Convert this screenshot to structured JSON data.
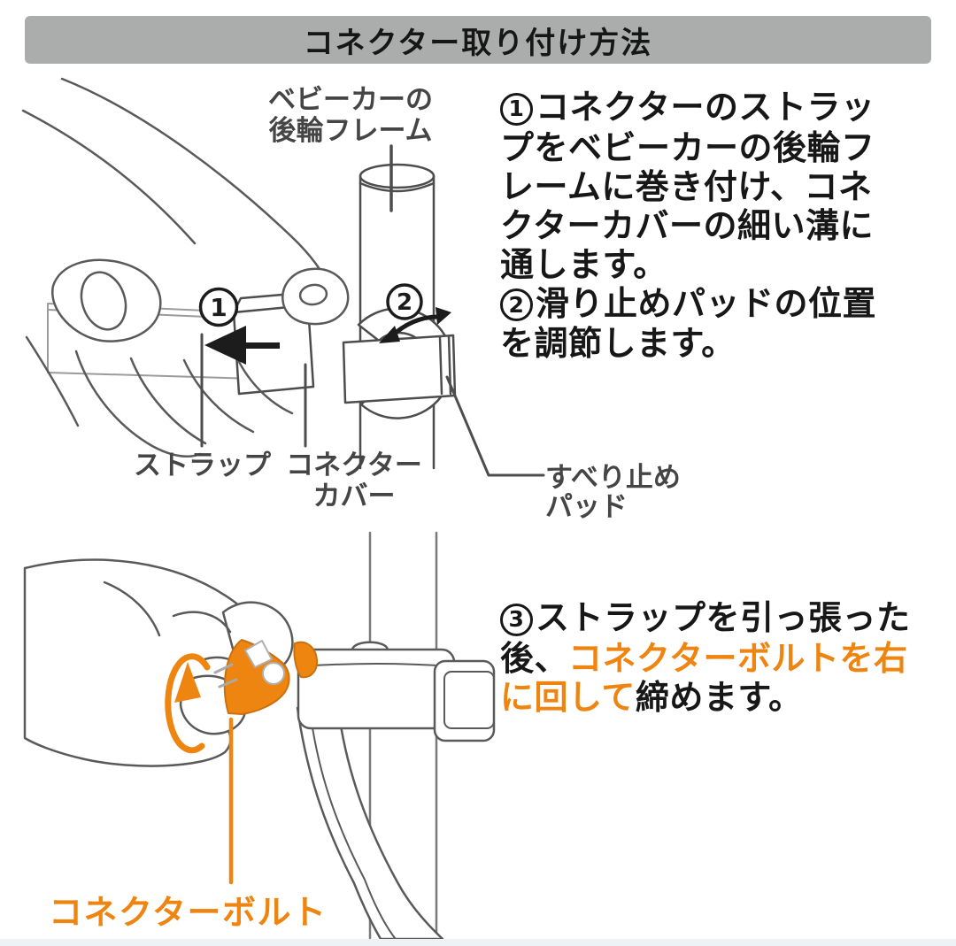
{
  "title_bar": {
    "label": "コネクター取り付け方法"
  },
  "colors": {
    "title_bg": "#abadac",
    "accent_orange": "#ee8511",
    "text_dark": "#171717",
    "label_gray": "#454545",
    "line_gray": "#4d4d4d"
  },
  "instructions": {
    "step_1_2": {
      "lines": [
        {
          "num": "1",
          "text": "コネクターのストラッ"
        },
        {
          "num": "",
          "text": "プをベビーカーの後輪フ"
        },
        {
          "num": "",
          "text": "レームに巻き付け、コネ"
        },
        {
          "num": "",
          "text": "クターカバーの細い溝に"
        },
        {
          "num": "",
          "text": "通します。"
        },
        {
          "num": "2",
          "text": "滑り止めパッドの位置"
        },
        {
          "num": "",
          "text": "を調節します。"
        }
      ]
    },
    "step_3": {
      "num": "3",
      "line_1": "ストラップを引っ張った",
      "line_2_black": "後、",
      "line_2_orange": "コネクターボルトを右",
      "line_3_orange": "に回して",
      "line_3_black": "締めます。"
    }
  },
  "diagram_top": {
    "marker_1": "1",
    "marker_2": "2",
    "labels": {
      "frame_line_1": "ベビーカーの",
      "frame_line_2": "後輪フレーム",
      "strap": "ストラップ",
      "cover_line_1": "コネクター",
      "cover_line_2": "カバー",
      "pad_line_1": "すべり止め",
      "pad_line_2": "パッド"
    }
  },
  "diagram_bottom": {
    "labels": {
      "bolt": "コネクターボルト"
    }
  }
}
